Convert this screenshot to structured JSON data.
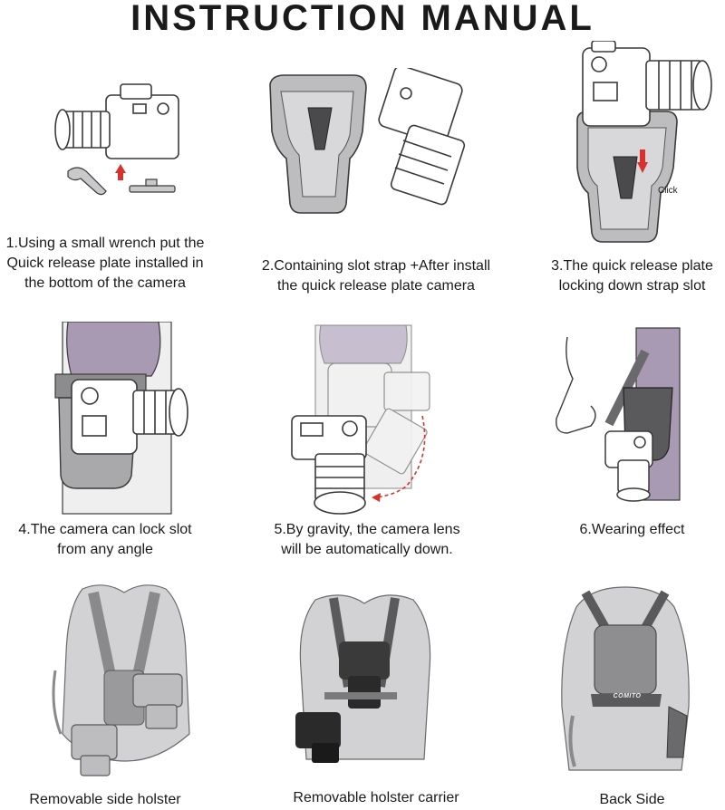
{
  "title": "INSTRUCTION MANUAL",
  "steps": [
    {
      "lines": [
        "1.Using a small wrench put the",
        "Quick release plate installed in",
        "the bottom of the camera"
      ]
    },
    {
      "lines": [
        "2.Containing slot strap +After install",
        "the quick release plate camera"
      ]
    },
    {
      "lines": [
        "3.The quick release plate",
        "locking down strap slot"
      ],
      "annotation": "Click"
    },
    {
      "lines": [
        "4.The camera can lock slot",
        "from any angle"
      ]
    },
    {
      "lines": [
        "5.By gravity, the camera lens",
        "will be automatically down."
      ]
    },
    {
      "lines": [
        "6.Wearing effect"
      ]
    },
    {
      "lines": [
        "Removable side holster"
      ]
    },
    {
      "lines": [
        "Removable holster carrier"
      ]
    },
    {
      "lines": [
        "Back Side"
      ]
    }
  ],
  "brand_mark": "COMITO",
  "colors": {
    "accent_red": "#d8322c",
    "line": "#3a3a3a",
    "gray": "#9a9a9c",
    "light_gray": "#d2d2d4",
    "purple": "#a79ab2"
  }
}
